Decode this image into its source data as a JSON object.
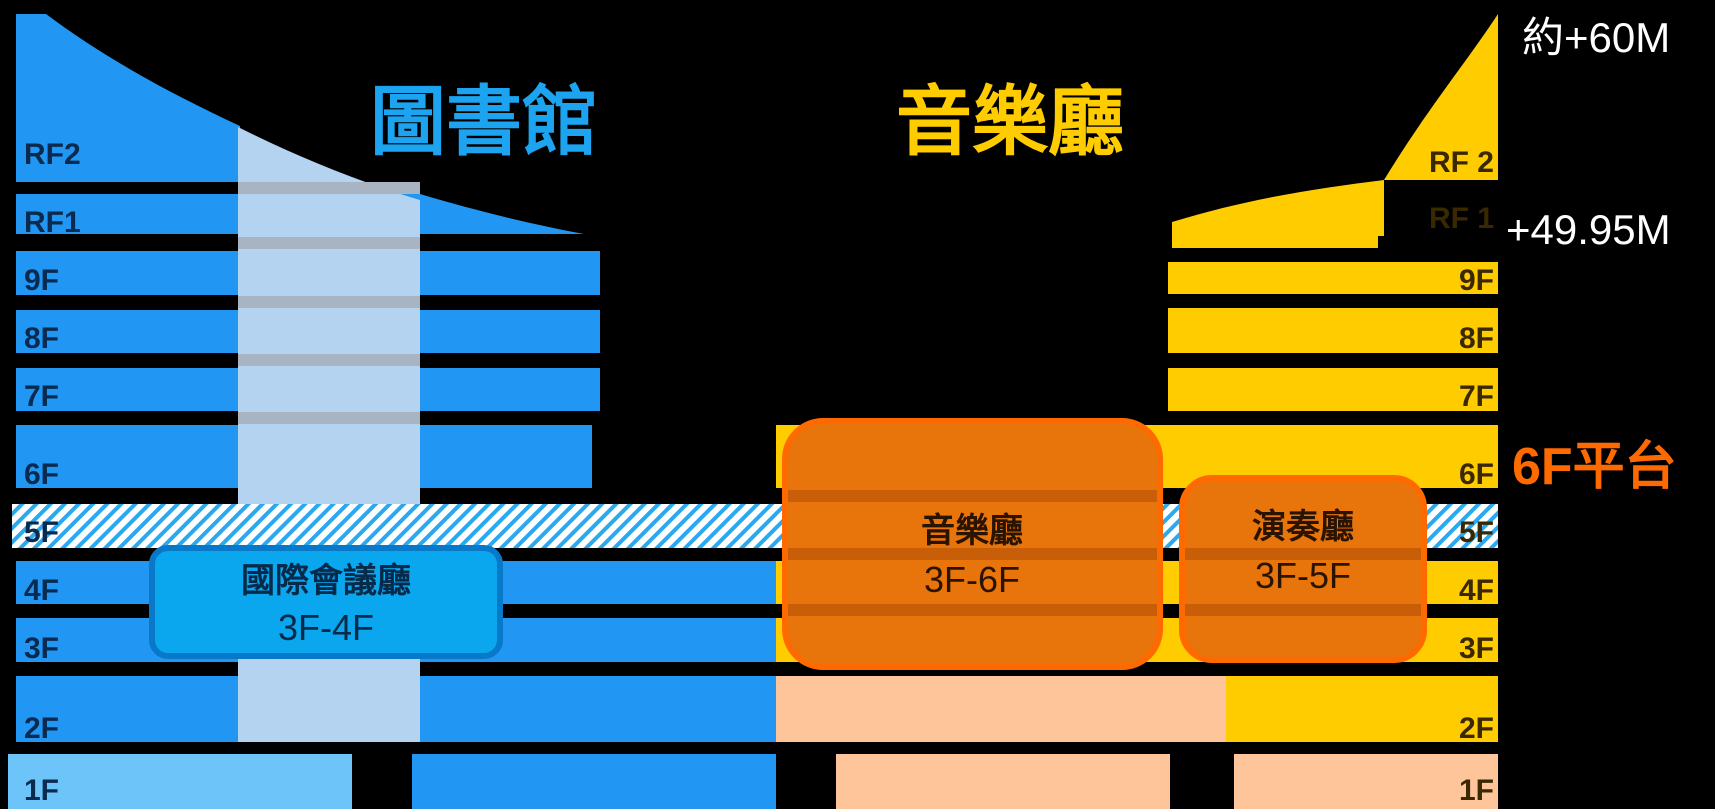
{
  "titles": {
    "library": "圖書館",
    "concert_hall": "音樂廳"
  },
  "library_floors": [
    "RF2",
    "RF1",
    "9F",
    "8F",
    "7F",
    "6F",
    "5F",
    "4F",
    "3F",
    "2F",
    "1F"
  ],
  "concert_floors": [
    "RF 2",
    "RF 1",
    "9F",
    "8F",
    "7F",
    "6F",
    "5F",
    "4F",
    "3F",
    "2F",
    "1F"
  ],
  "heights": {
    "top": "約+60M",
    "roof": "+49.95M"
  },
  "platform_label": "6F平台",
  "rooms": {
    "conference": {
      "name": "國際會議廳",
      "floors": "3F-4F"
    },
    "music_hall": {
      "name": "音樂廳",
      "floors": "3F-6F"
    },
    "recital_hall": {
      "name": "演奏廳",
      "floors": "3F-5F"
    }
  },
  "colors": {
    "library_blue": "#2196F3",
    "light_blue": "#6CC4F8",
    "atrium": "#B3D3F0",
    "concert_yellow": "#FFCC00",
    "peach": "#FFC59A",
    "orange": "#E8740C",
    "orange_border": "#FF6A00",
    "title_blue": "#1CA4F0",
    "conference_fill": "#0AA6EE",
    "conference_border": "#0878C8"
  }
}
